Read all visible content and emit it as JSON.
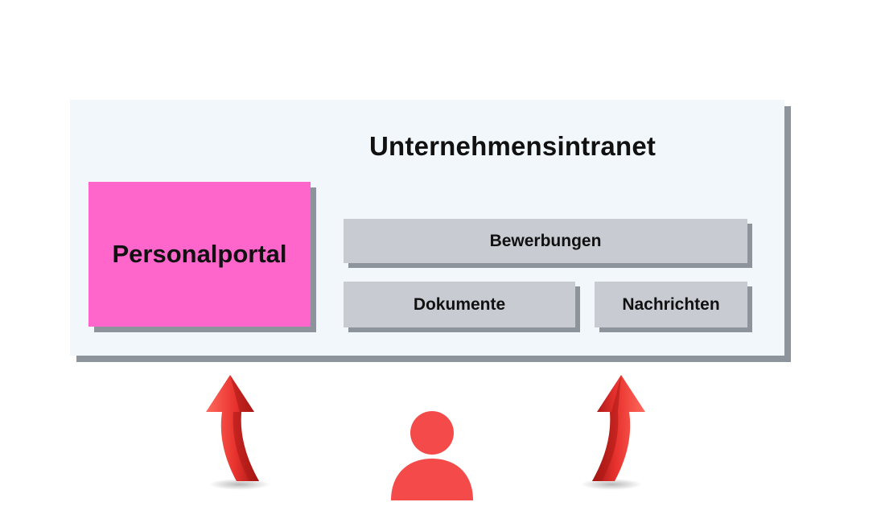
{
  "intranet": {
    "title": "Unternehmensintranet",
    "panel_color": "#f2f7fc"
  },
  "personal_portal": {
    "label": "Personalportal",
    "color": "#ff66cc"
  },
  "modules": {
    "bewerbungen": "Bewerbungen",
    "dokumente": "Dokumente",
    "nachrichten": "Nachrichten",
    "color": "#c8ccd2"
  },
  "icons": {
    "left_arrow": "curved-up-arrow-icon",
    "right_arrow": "curved-up-arrow-icon",
    "user": "user-icon",
    "accent_color": "#e8322e"
  }
}
